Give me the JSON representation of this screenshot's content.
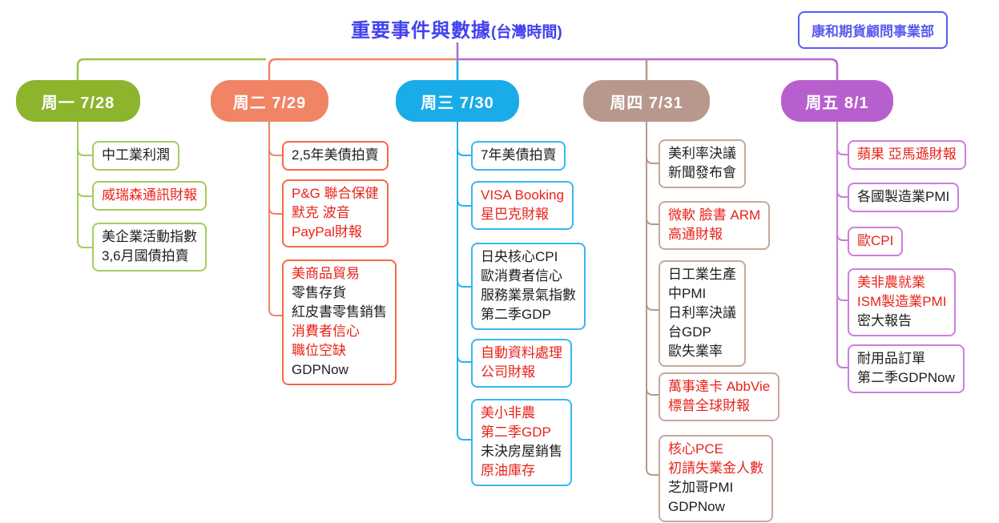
{
  "title": {
    "main": "重要事件與數據",
    "suffix": "(台灣時間)"
  },
  "corner_badge": "康和期貨顧問事業部",
  "theme": {
    "title_color": "#4141F0",
    "badge_color": "#5B5BEE",
    "red_text": "#E8231A",
    "dark_text": "#1E1E1E",
    "monday_green": "#8CB42D",
    "tuesday_salmon": "#F08465",
    "wednesday_cyan": "#19ACE8",
    "thursday_taupe": "#B8978D",
    "friday_purple": "#B85FCE"
  },
  "columns": [
    {
      "label": "周一 7/28",
      "boxes": [
        {
          "lines": [
            {
              "t": "中工業利潤",
              "c": "dark"
            }
          ]
        },
        {
          "lines": [
            {
              "t": "威瑞森通訊財報",
              "c": "red"
            }
          ]
        },
        {
          "lines": [
            {
              "t": "美企業活動指數",
              "c": "dark"
            },
            {
              "t": "3,6月國債拍賣",
              "c": "dark"
            }
          ]
        }
      ]
    },
    {
      "label": "周二 7/29",
      "boxes": [
        {
          "lines": [
            {
              "t": "2,5年美債拍賣",
              "c": "dark"
            }
          ]
        },
        {
          "lines": [
            {
              "t": "P&G 聯合保健",
              "c": "red"
            },
            {
              "t": "默克 波音",
              "c": "red"
            },
            {
              "t": "PayPal財報",
              "c": "red"
            }
          ]
        },
        {
          "lines": [
            {
              "t": "美商品貿易",
              "c": "red"
            },
            {
              "t": "零售存貨",
              "c": "dark"
            },
            {
              "t": "紅皮書零售銷售",
              "c": "dark"
            },
            {
              "t": "消費者信心",
              "c": "red"
            },
            {
              "t": "職位空缺",
              "c": "red"
            },
            {
              "t": "GDPNow",
              "c": "dark"
            }
          ]
        }
      ]
    },
    {
      "label": "周三 7/30",
      "boxes": [
        {
          "lines": [
            {
              "t": "7年美債拍賣",
              "c": "dark"
            }
          ]
        },
        {
          "lines": [
            {
              "t": "VISA Booking",
              "c": "red"
            },
            {
              "t": "星巴克財報",
              "c": "red"
            }
          ]
        },
        {
          "lines": [
            {
              "t": "日央核心CPI",
              "c": "dark"
            },
            {
              "t": "歐消費者信心",
              "c": "dark"
            },
            {
              "t": "服務業景氣指數",
              "c": "dark"
            },
            {
              "t": "第二季GDP",
              "c": "dark"
            }
          ]
        },
        {
          "lines": [
            {
              "t": "自動資料處理",
              "c": "red"
            },
            {
              "t": "公司財報",
              "c": "red"
            }
          ]
        },
        {
          "lines": [
            {
              "t": "美小非農",
              "c": "red"
            },
            {
              "t": "第二季GDP",
              "c": "red"
            },
            {
              "t": "未決房屋銷售",
              "c": "dark"
            },
            {
              "t": "原油庫存",
              "c": "red"
            }
          ]
        }
      ]
    },
    {
      "label": "周四 7/31",
      "boxes": [
        {
          "lines": [
            {
              "t": "美利率決議",
              "c": "dark"
            },
            {
              "t": "新聞發布會",
              "c": "dark"
            }
          ]
        },
        {
          "lines": [
            {
              "t": "微軟 臉書 ARM",
              "c": "red"
            },
            {
              "t": "高通財報",
              "c": "red"
            }
          ]
        },
        {
          "lines": [
            {
              "t": "日工業生產",
              "c": "dark"
            },
            {
              "t": "中PMI",
              "c": "dark"
            },
            {
              "t": "日利率決議",
              "c": "dark"
            },
            {
              "t": "台GDP",
              "c": "dark"
            },
            {
              "t": "歐失業率",
              "c": "dark"
            }
          ]
        },
        {
          "lines": [
            {
              "t": "萬事達卡 AbbVie",
              "c": "red"
            },
            {
              "t": "標普全球財報",
              "c": "red"
            }
          ]
        },
        {
          "lines": [
            {
              "t": "核心PCE",
              "c": "red"
            },
            {
              "t": "初請失業金人數",
              "c": "red"
            },
            {
              "t": "芝加哥PMI",
              "c": "dark"
            },
            {
              "t": "GDPNow",
              "c": "dark"
            }
          ]
        }
      ]
    },
    {
      "label": "周五 8/1",
      "boxes": [
        {
          "lines": [
            {
              "t": "蘋果 亞馬遜財報",
              "c": "red"
            }
          ]
        },
        {
          "lines": [
            {
              "t": "各國製造業PMI",
              "c": "dark"
            }
          ]
        },
        {
          "lines": [
            {
              "t": "歐CPI",
              "c": "red"
            }
          ]
        },
        {
          "lines": [
            {
              "t": "美非農就業",
              "c": "red"
            },
            {
              "t": "ISM製造業PMI",
              "c": "red"
            },
            {
              "t": "密大報告",
              "c": "dark"
            }
          ]
        },
        {
          "lines": [
            {
              "t": "耐用品訂單",
              "c": "dark"
            },
            {
              "t": "第二季GDPNow",
              "c": "dark"
            }
          ]
        }
      ]
    }
  ]
}
